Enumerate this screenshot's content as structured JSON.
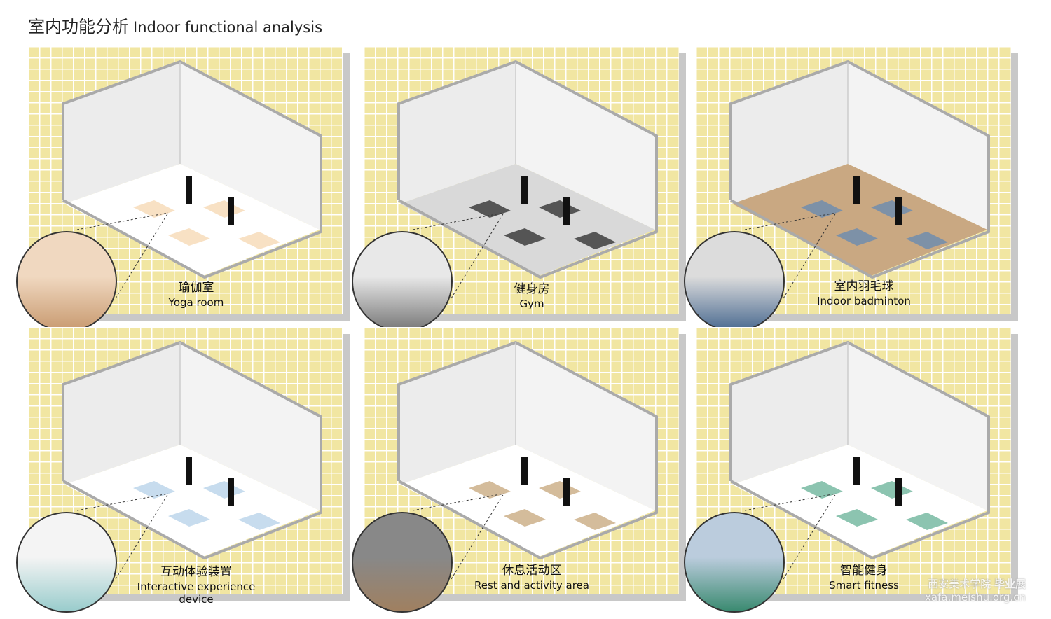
{
  "title": {
    "zh": "室内功能分析",
    "en": "Indoor functional analysis"
  },
  "panels": [
    {
      "zh": "瑜伽室",
      "en": "Yoga room",
      "floor": "#ffffff",
      "inset": [
        "#f0d8c0",
        "#c89a70"
      ],
      "accent": "#f6d9b5"
    },
    {
      "zh": "健身房",
      "en": "Gym",
      "floor": "#d9d9d9",
      "inset": [
        "#e8e8e8",
        "#777"
      ],
      "accent": "#333333"
    },
    {
      "zh": "室内羽毛球",
      "en": "Indoor badminton",
      "floor": "#c9a882",
      "inset": [
        "#dcdcdc",
        "#4a6a90"
      ],
      "accent": "#6a8bb0"
    },
    {
      "zh": "互动体验装置",
      "en": "Interactive experience device",
      "floor": "#ffffff",
      "inset": [
        "#f4f4f4",
        "#9cc"
      ],
      "accent": "#b9d3ea"
    },
    {
      "zh": "休息活动区",
      "en": "Rest and activity area",
      "floor": "#ffffff",
      "inset": [
        "#888",
        "#a08060"
      ],
      "accent": "#c9ab82"
    },
    {
      "zh": "智能健身",
      "en": "Smart fitness",
      "floor": "#ffffff",
      "inset": [
        "#bcd",
        "#3a8a70"
      ],
      "accent": "#6fb59c"
    }
  ],
  "watermark": {
    "school": "西安美术学院",
    "label": "毕业展",
    "url": "xafa.meishu.org.cn"
  }
}
